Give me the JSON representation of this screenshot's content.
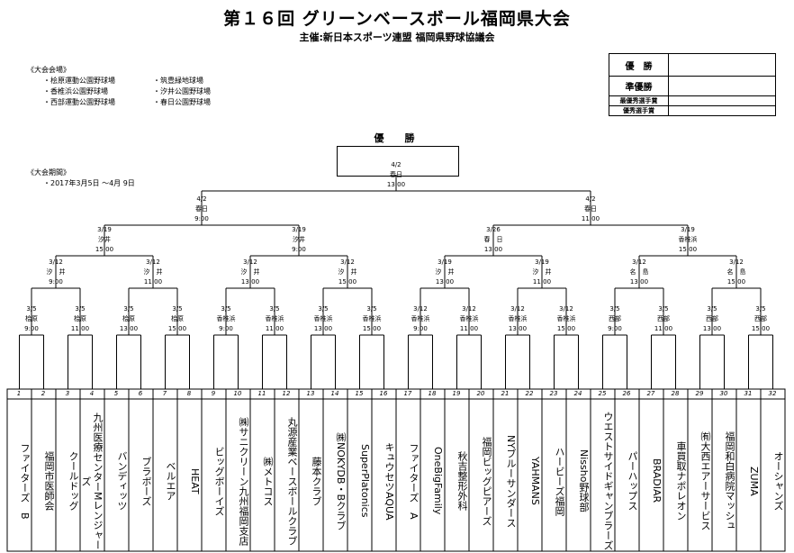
{
  "title": "第１６回 グリーンベースボール福岡県大会",
  "subtitle": "主催:新日本スポーツ連盟 福岡県野球協議会",
  "venues": {
    "heading": "《大会会場》",
    "col1": [
      "・桧原運動公園野球場",
      "・香椎浜公園野球場",
      "・西部運動公園野球場"
    ],
    "col2": [
      "・筑豊緑地球場",
      "・汐井公園野球場",
      "・春日公園野球場"
    ]
  },
  "period": {
    "heading": "《大会期間》",
    "text": "・2017年3月5日 ～4月 9日"
  },
  "awards": [
    {
      "label": "優　勝",
      "value": ""
    },
    {
      "label": "準優勝",
      "value": ""
    },
    {
      "label": "最優秀選手賞",
      "value": ""
    },
    {
      "label": "優秀選手賞",
      "value": ""
    }
  ],
  "champion_label": "優　勝",
  "final": {
    "date": "4/2",
    "venue": "春日",
    "time": "13:00"
  },
  "semifinals": [
    {
      "date": "4/2",
      "venue": "春日",
      "time": "9:00"
    },
    {
      "date": "4/2",
      "venue": "春日",
      "time": "11:00"
    }
  ],
  "quarterfinals": [
    {
      "date": "3/19",
      "venue": "汐井",
      "time": "15:00"
    },
    {
      "date": "3/19",
      "venue": "汐井",
      "time": "9:00"
    },
    {
      "date": "3/26",
      "venue": "春　日",
      "time": "13:00"
    },
    {
      "date": "3/19",
      "venue": "香椎浜",
      "time": "15:00"
    }
  ],
  "round16": [
    {
      "date": "3/12",
      "venue": "汐　井",
      "time": "9:00"
    },
    {
      "date": "3/12",
      "venue": "汐　井",
      "time": "11:00"
    },
    {
      "date": "3/12",
      "venue": "汐　井",
      "time": "13:00"
    },
    {
      "date": "3/12",
      "venue": "汐　井",
      "time": "15:00"
    },
    {
      "date": "3/19",
      "venue": "汐　井",
      "time": "13:00"
    },
    {
      "date": "3/19",
      "venue": "汐　井",
      "time": "11:00"
    },
    {
      "date": "3/12",
      "venue": "名　島",
      "time": "13:00"
    },
    {
      "date": "3/12",
      "venue": "名　島",
      "time": "15:00"
    }
  ],
  "round32": [
    {
      "date": "3/5",
      "venue": "桧原",
      "time": "9:00"
    },
    {
      "date": "3/5",
      "venue": "桧原",
      "time": "11:00"
    },
    {
      "date": "3/5",
      "venue": "桧原",
      "time": "13:00"
    },
    {
      "date": "3/5",
      "venue": "桧原",
      "time": "15:00"
    },
    {
      "date": "3/5",
      "venue": "香椎浜",
      "time": "9:00"
    },
    {
      "date": "3/5",
      "venue": "香椎浜",
      "time": "11:00"
    },
    {
      "date": "3/5",
      "venue": "香椎浜",
      "time": "13:00"
    },
    {
      "date": "3/5",
      "venue": "香椎浜",
      "time": "15:00"
    },
    {
      "date": "3/12",
      "venue": "香椎浜",
      "time": "9:00"
    },
    {
      "date": "3/12",
      "venue": "香椎浜",
      "time": "11:00"
    },
    {
      "date": "3/12",
      "venue": "香椎浜",
      "time": "13:00"
    },
    {
      "date": "3/12",
      "venue": "香椎浜",
      "time": "15:00"
    },
    {
      "date": "3/5",
      "venue": "西部",
      "time": "9:00"
    },
    {
      "date": "3/5",
      "venue": "西部",
      "time": "11:00"
    },
    {
      "date": "3/5",
      "venue": "西部",
      "time": "13:00"
    },
    {
      "date": "3/5",
      "venue": "西部",
      "time": "15:00"
    }
  ],
  "teams": [
    {
      "num": "1",
      "name": "ファイターズ　B"
    },
    {
      "num": "2",
      "name": "福岡市医師会"
    },
    {
      "num": "3",
      "name": "クールドッグ"
    },
    {
      "num": "4",
      "name": "九州医療センターMレンジャーズ"
    },
    {
      "num": "5",
      "name": "バンディッツ"
    },
    {
      "num": "6",
      "name": "ブラボーズ"
    },
    {
      "num": "7",
      "name": "ベルエア"
    },
    {
      "num": "8",
      "name": "HEAT"
    },
    {
      "num": "9",
      "name": "ビッグボーイズ"
    },
    {
      "num": "10",
      "name": "㈱サニクリーン九州福岡支店"
    },
    {
      "num": "11",
      "name": "㈱メトコス"
    },
    {
      "num": "12",
      "name": "丸源産業ベースボールクラブ"
    },
    {
      "num": "13",
      "name": "藤本クラブ"
    },
    {
      "num": "14",
      "name": "㈱NOKYDB・Bクラブ"
    },
    {
      "num": "15",
      "name": "SuperPlatonics"
    },
    {
      "num": "16",
      "name": "キュウセツAQUA"
    },
    {
      "num": "17",
      "name": "ファイターズ　A"
    },
    {
      "num": "18",
      "name": "OneBigFamily"
    },
    {
      "num": "19",
      "name": "秋吉整形外科"
    },
    {
      "num": "20",
      "name": "福岡ビッグピアーズ"
    },
    {
      "num": "21",
      "name": "NYブルーサンダース"
    },
    {
      "num": "22",
      "name": "YAHMANS"
    },
    {
      "num": "23",
      "name": "ハービーズ福岡"
    },
    {
      "num": "24",
      "name": "Nissho野球部"
    },
    {
      "num": "25",
      "name": "ウエストサイドギャンブラーズ"
    },
    {
      "num": "26",
      "name": "パーハップス"
    },
    {
      "num": "27",
      "name": "BRADIAR"
    },
    {
      "num": "28",
      "name": "車買取ナポレオン"
    },
    {
      "num": "29",
      "name": "㈲大西エアーサービス"
    },
    {
      "num": "30",
      "name": "福岡和白病院マッシュ"
    },
    {
      "num": "31",
      "name": "ZUMA"
    },
    {
      "num": "32",
      "name": "オーシャンズ"
    }
  ]
}
